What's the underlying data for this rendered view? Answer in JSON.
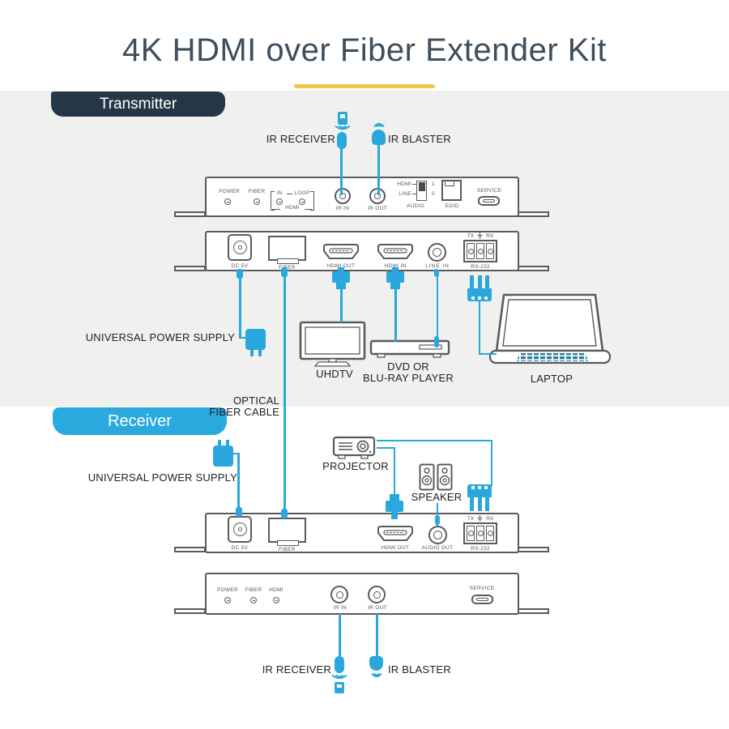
{
  "title": "4K HDMI over Fiber Extender Kit",
  "sections": {
    "transmitter_tab": "Transmitter",
    "receiver_tab": "Receiver"
  },
  "labels": {
    "ir_receiver": "IR RECEIVER",
    "ir_blaster": "IR BLASTER",
    "universal_power_supply": "UNIVERSAL POWER SUPPLY",
    "uhdtv": "UHDTV",
    "dvd_line1": "DVD OR",
    "dvd_line2": "BLU-RAY PLAYER",
    "laptop": "LAPTOP",
    "optical_line1": "OPTICAL",
    "optical_line2": "FIBER CABLE",
    "projector": "PROJECTOR",
    "speaker": "SPEAKER"
  },
  "tx_front": {
    "power": "POWER",
    "fiber": "FIBER",
    "in": "IN",
    "loop": "LOOP",
    "hdmi": "HDMI",
    "ir_in": "IR IN",
    "ir_out": "IR OUT",
    "audio_hdmi": "HDMI",
    "audio_line": "LINE",
    "one": "1",
    "zero": "0",
    "audio": "AUDIO",
    "edid": "EDID",
    "service": "SERVICE"
  },
  "tx_back": {
    "dc5v": "DC 5V",
    "fiber": "FIBER",
    "hdmi_out": "HDMI OUT",
    "hdmi_in": "HDMI IN",
    "line_in": "LINE IN",
    "tx": "TX",
    "rx": "RX",
    "rs232": "RS-232"
  },
  "rx_back": {
    "dc5v": "DC 5V",
    "fiber": "FIBER",
    "hdmi_out": "HDMI OUT",
    "audio_out": "AUDIO OUT",
    "tx": "TX",
    "rx": "RX",
    "rs232": "RS-232"
  },
  "rx_front": {
    "power": "POWER",
    "fiber": "FIBER",
    "hdmi": "HDMI",
    "ir_in": "IR IN",
    "ir_out": "IR OUT",
    "service": "SERVICE"
  },
  "colors": {
    "accent_blue": "#2AA7DC",
    "receiver_band": "#29A9DE",
    "transmitter_band": "#253746",
    "yellow_accent": "#F0C53F",
    "outline_gray": "#595A5C",
    "section_bg": "#F0F1EF",
    "title_color": "#3E4E5C"
  }
}
